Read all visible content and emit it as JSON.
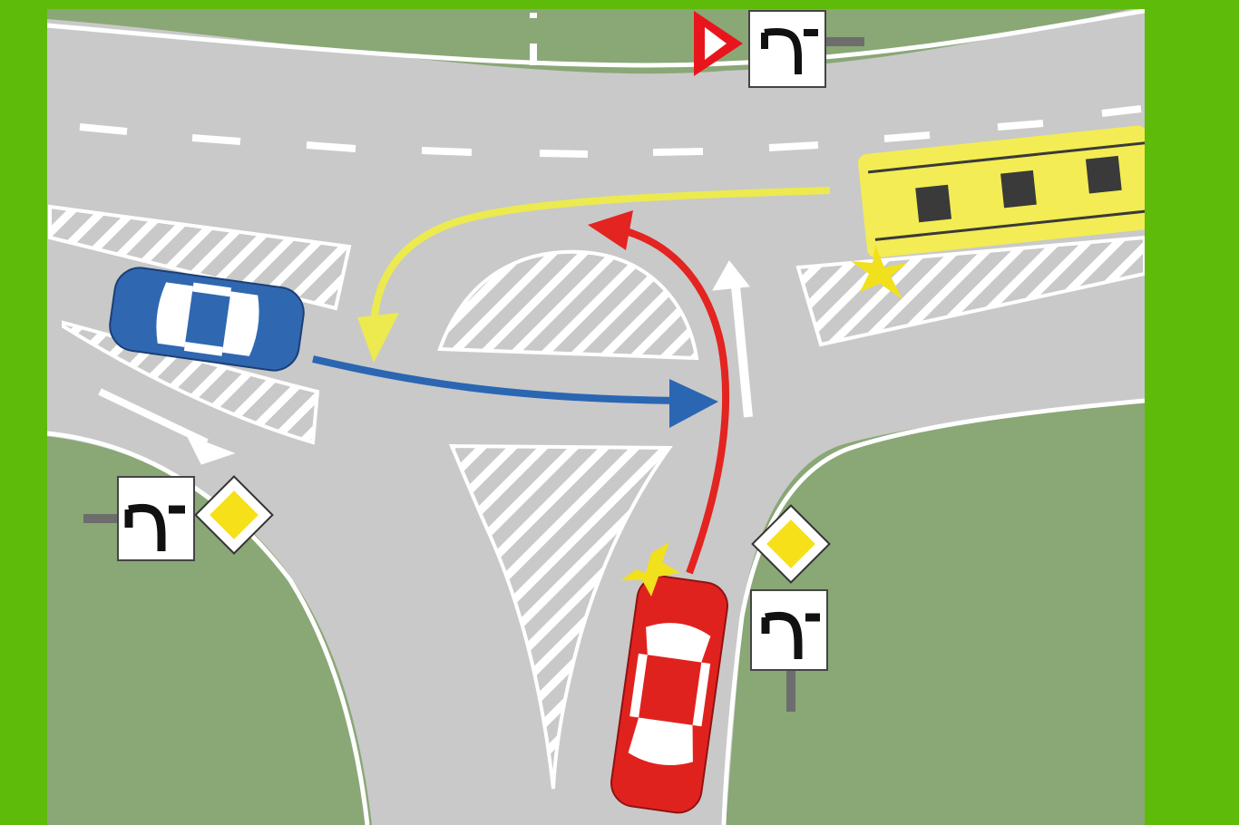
{
  "colors": {
    "frame": "#5fbb0a",
    "grass": "#8aa776",
    "road": "#c9c9c9",
    "marking": "#ffffff",
    "blue_car": "#2f68b1",
    "red_car": "#e0221e",
    "bus": "#f3ec54",
    "yellow_path": "#ecea4e",
    "blue_path": "#2b66b3",
    "red_path": "#e32420",
    "priority_sign": "#f6e01a",
    "yield_sign": "#e8161c",
    "post": "#6d6d6d",
    "window": "#3a3a3a",
    "star": "#f1e01c"
  },
  "scene": {
    "vehicles": [
      "blue-car",
      "red-car",
      "yellow-bus"
    ],
    "signs": [
      "yield-sign",
      "priority-road-sign",
      "priority-road-sign",
      "road-shape-plate",
      "road-shape-plate",
      "road-shape-plate"
    ],
    "paths": [
      "yellow-bus-path",
      "blue-car-path",
      "red-car-path"
    ]
  }
}
